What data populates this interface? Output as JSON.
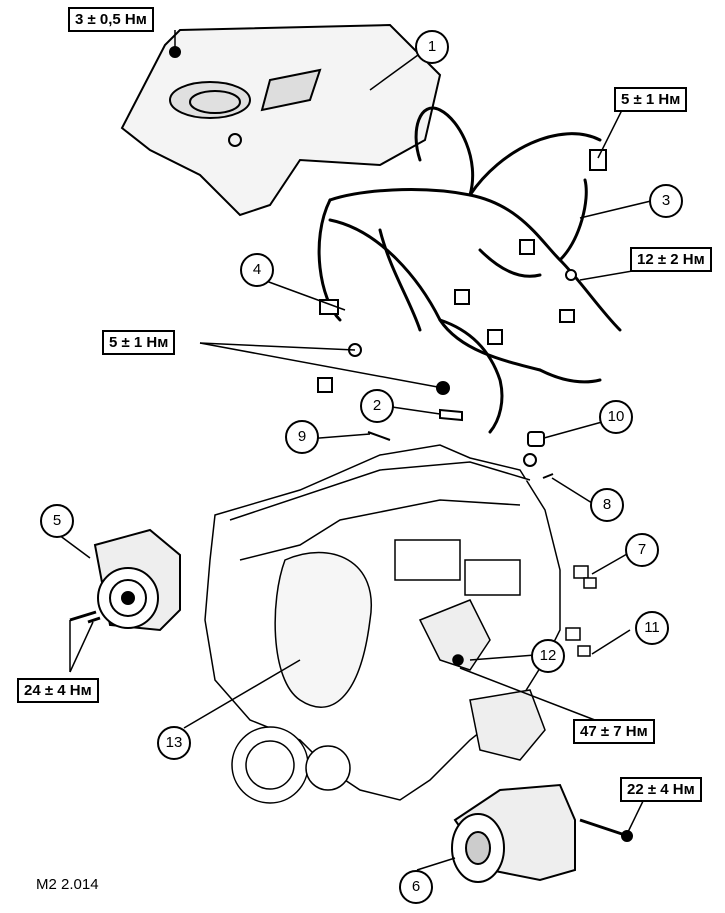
{
  "torque_labels": [
    "3 ± 0,5 Нм",
    "5 ± 1 Нм",
    "12 ± 2 Нм",
    "5 ± 1 Нм",
    "24 ± 4 Нм",
    "47 ± 7 Нм",
    "22 ± 4 Нм"
  ],
  "callouts": [
    "1",
    "2",
    "3",
    "4",
    "5",
    "6",
    "7",
    "8",
    "9",
    "10",
    "11",
    "12",
    "13"
  ],
  "figure_code": "M2 2.014",
  "colors": {
    "ink": "#000000",
    "paper": "#ffffff",
    "shade": "#d9d9d9"
  }
}
